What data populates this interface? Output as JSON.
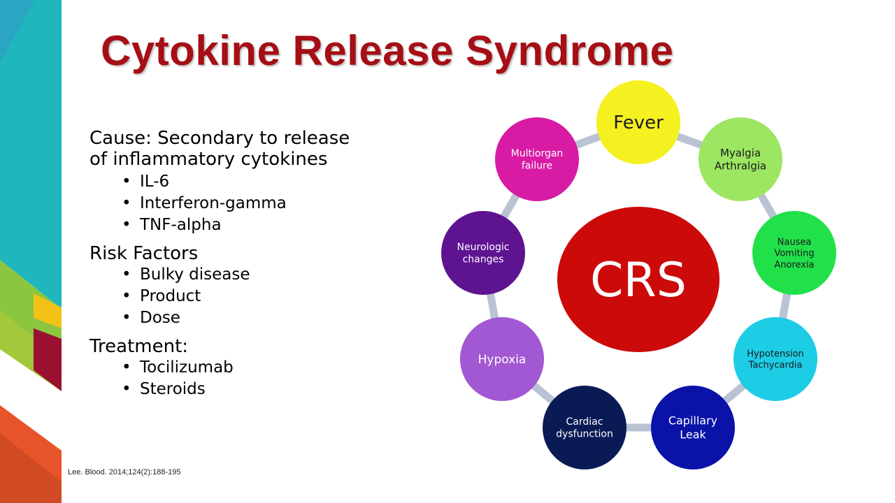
{
  "slide": {
    "title": "Cytokine Release Syndrome",
    "citation": "Lee. Blood. 2014;124(2):188-195"
  },
  "left_text": {
    "cause_heading_line1": "Cause:  Secondary to release",
    "cause_heading_line2": "of inflammatory cytokines",
    "cause_items": [
      "IL-6",
      "Interferon-gamma",
      "TNF-alpha"
    ],
    "risk_heading": "Risk Factors",
    "risk_items": [
      "Bulky disease",
      "Product",
      "Dose"
    ],
    "treatment_heading": "Treatment:",
    "treatment_items": [
      "Tocilizumab",
      "Steroids"
    ]
  },
  "diagram": {
    "center": {
      "label": "CRS",
      "color": "#cc0a0a"
    },
    "connector_color": "#b9c3d4",
    "nodes": [
      {
        "lines": [
          "Fever"
        ],
        "color": "#f5f020",
        "text_color": "#1a1a1a"
      },
      {
        "lines": [
          "Myalgia",
          "Arthralgia"
        ],
        "color": "#9de661",
        "text_color": "#1a1a1a"
      },
      {
        "lines": [
          "Nausea",
          "Vomiting",
          "Anorexia"
        ],
        "color": "#22e04a",
        "text_color": "#1a1a1a"
      },
      {
        "lines": [
          "Hypotension",
          "Tachycardia"
        ],
        "color": "#1dcde6",
        "text_color": "#1a1a1a"
      },
      {
        "lines": [
          "Capillary",
          "Leak"
        ],
        "color": "#0a12a8",
        "text_color": "#ffffff"
      },
      {
        "lines": [
          "Cardiac",
          "dysfunction"
        ],
        "color": "#0a1a55",
        "text_color": "#ffffff"
      },
      {
        "lines": [
          "Hypoxia"
        ],
        "color": "#a258d2",
        "text_color": "#ffffff"
      },
      {
        "lines": [
          "Neurologic",
          "changes"
        ],
        "color": "#5e1391",
        "text_color": "#ffffff"
      },
      {
        "lines": [
          "Multiorgan",
          "failure"
        ],
        "color": "#d81ba4",
        "text_color": "#ffffff"
      }
    ]
  }
}
